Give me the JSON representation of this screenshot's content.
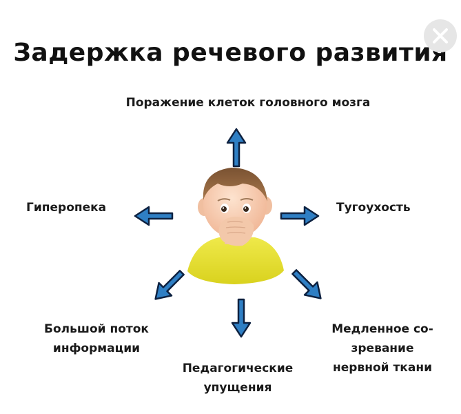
{
  "title": "Задержка речевого развития",
  "center": {
    "icon": "child-face-icon"
  },
  "causes": {
    "top": "Поражение клеток головного мозга",
    "left": "Гиперопека",
    "right": "Тугоухость",
    "bottom_left": [
      "Большой поток",
      "информации"
    ],
    "bottom": [
      "Педагогические",
      "упущения"
    ],
    "bottom_right": [
      "Медленное со-",
      "зревание",
      "нервной ткани"
    ]
  },
  "colors": {
    "arrow_fill": "#2f7fc4",
    "arrow_outline": "#0d2140",
    "text": "#1a1a1a",
    "shirt": "#e6e02e"
  },
  "icons": {
    "close": "close-icon",
    "arrow": "arrow-icon"
  }
}
